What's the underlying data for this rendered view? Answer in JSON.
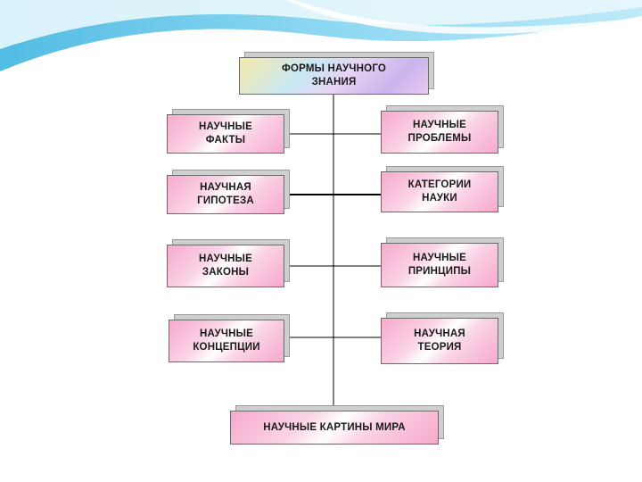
{
  "diagram": {
    "root": "ФОРМЫ НАУЧНОГО\nЗНАНИЯ",
    "left": [
      "НАУЧНЫЕ\nФАКТЫ",
      "НАУЧНАЯ\nГИПОТЕЗА",
      "НАУЧНЫЕ\nЗАКОНЫ",
      "НАУЧНЫЕ\nКОНЦЕПЦИИ"
    ],
    "right": [
      "НАУЧНЫЕ\nПРОБЛЕМЫ",
      "КАТЕГОРИИ\nНАУКИ",
      "НАУЧНЫЕ\nПРИНЦИПЫ",
      "НАУЧНАЯ\nТЕОРИЯ"
    ],
    "bottom": "НАУЧНЫЕ КАРТИНЫ МИРА"
  },
  "colors": {
    "box_pink": "#f7a9cc",
    "wave_blue": "#5bc3e8",
    "connector": "#000000"
  }
}
